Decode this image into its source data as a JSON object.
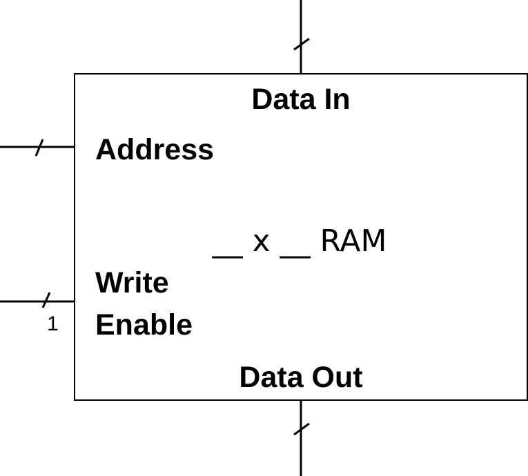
{
  "block": {
    "title": "__ x __ RAM",
    "ports": {
      "data_in": "Data In",
      "address": "Address",
      "write_enable_line1": "Write",
      "write_enable_line2": "Enable",
      "data_out": "Data Out"
    },
    "write_enable_width": "1"
  }
}
